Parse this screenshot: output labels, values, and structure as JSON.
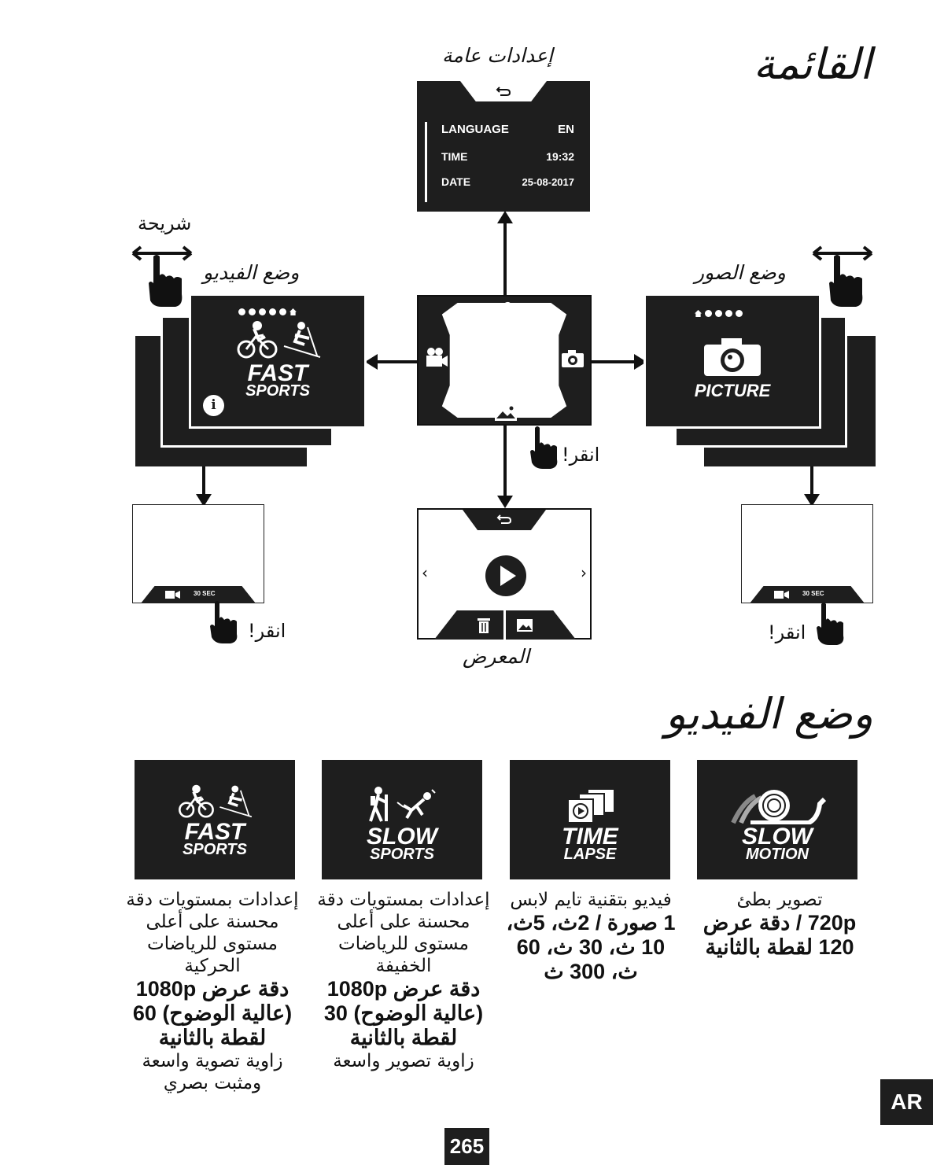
{
  "page_title": "القائمة",
  "section_title": "وضع الفيديو",
  "settings": {
    "label": "إعدادات عامة",
    "rows": [
      {
        "key": "LANGUAGE",
        "value": "EN"
      },
      {
        "key": "TIME",
        "value": "19:32"
      },
      {
        "key": "DATE",
        "value": "25-08-2017"
      }
    ]
  },
  "swipe_label": "شريحة",
  "video_mode_label": "وضع الفيديو",
  "photo_mode_label": "وضع الصور",
  "gallery_label": "المعرض",
  "tap_label": "انقر!",
  "video_screen": {
    "line1": "FAST",
    "line2": "SPORTS"
  },
  "photo_screen": {
    "line1": "PICTURE"
  },
  "preview_status": "30 SEC",
  "modes": [
    {
      "line1": "FAST",
      "line2": "SPORTS",
      "desc": "إعدادات بمستويات دقة محسنة على أعلى مستوى للرياضات الحركية",
      "bold": "دقة عرض 1080p (عالية الوضوح) 60 لقطة بالثانية",
      "extra": "زاوية تصوية واسعة ومثبت بصري"
    },
    {
      "line1": "SLOW",
      "line2": "SPORTS",
      "desc": "إعدادات بمستويات دقة محسنة على أعلى مستوى للرياضات الخفيفة",
      "bold": "دقة عرض 1080p (عالية الوضوح) 30 لقطة بالثانية",
      "extra": "زاوية تصوير واسعة"
    },
    {
      "line1": "TIME",
      "line2": "LAPSE",
      "desc": "فيديو بتقنية تايم لابس",
      "bold": "1 صورة / 2ث، 5ث، 10 ث، 30 ث، 60 ث، 300 ث",
      "extra": ""
    },
    {
      "line1": "SLOW",
      "line2": "MOTION",
      "desc": "تصوير بطئ",
      "bold": "720p / دقة عرض 120 لقطة بالثانية",
      "extra": ""
    }
  ],
  "page_number": "265",
  "lang_badge": "AR"
}
